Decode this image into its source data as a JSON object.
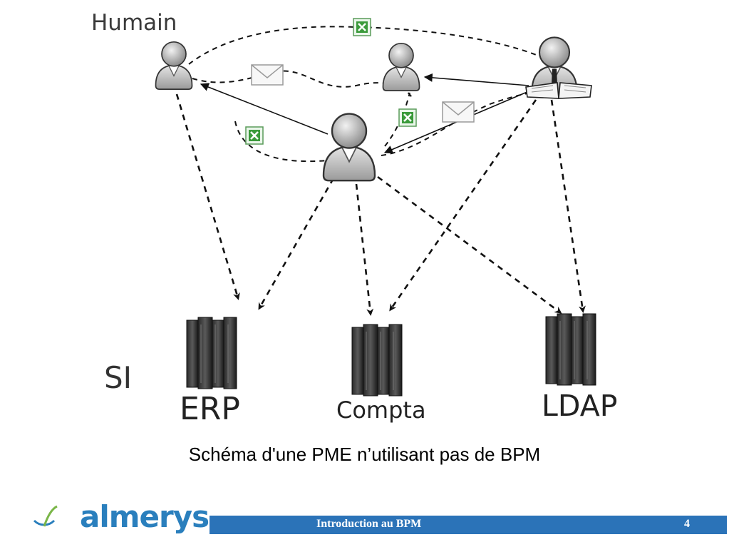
{
  "labels": {
    "humain": "Humain",
    "si": "SI",
    "erp": "ERP",
    "compta": "Compta",
    "ldap": "LDAP"
  },
  "caption": "Schéma d'une PME n’utilisant pas de BPM",
  "footer": {
    "brand": "almerys",
    "title": "Introduction au BPM",
    "page": "4"
  },
  "colors": {
    "footer_bar": "#2b73b8",
    "brand": "#2a7fbd",
    "spreadsheet_icon": "#3a9a3a"
  },
  "icons": [
    "person-icon",
    "manager-icon",
    "open-book-icon",
    "email-icon",
    "spreadsheet-icon",
    "server-rack-icon"
  ]
}
